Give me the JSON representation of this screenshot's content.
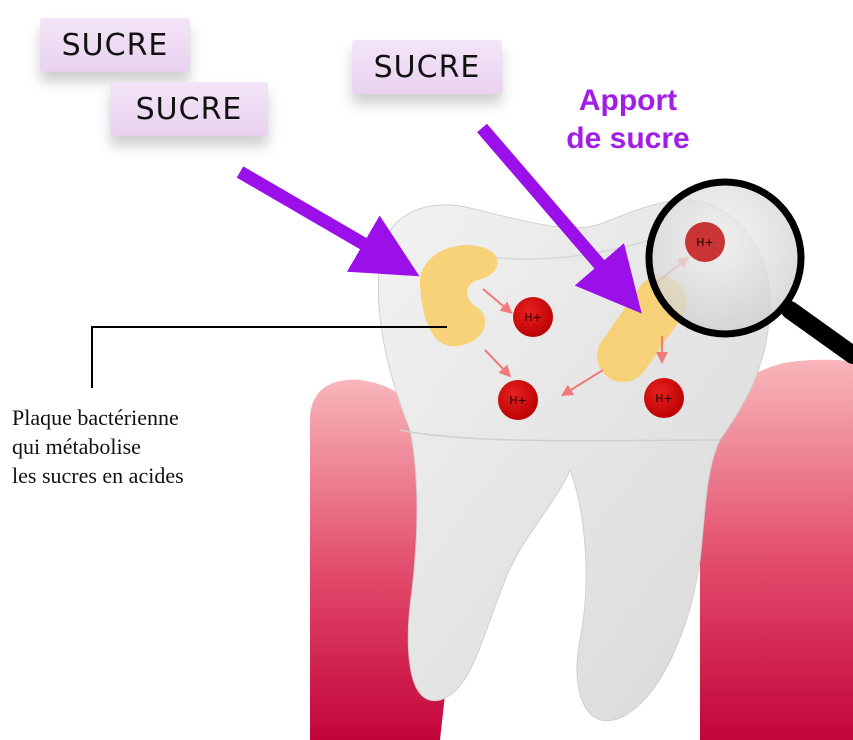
{
  "sugar_labels": [
    "SUCRE",
    "SUCRE",
    "SUCRE"
  ],
  "apport": {
    "line1": "Apport",
    "line2": "de sucre"
  },
  "plaque_caption": [
    "Plaque bactérienne",
    "qui métabolise",
    "les sucres en acides"
  ],
  "ion_label": "H+",
  "colors": {
    "arrow_purple": "#9b0fe8",
    "apport_text": "#a11ee6",
    "gum_top": "#f8a7ad",
    "gum_bottom": "#c2043a",
    "tooth": "#e4e4e4",
    "plaque": "#f7cf6f",
    "ion": "#d40000",
    "reaction_arrow": "#f07a7a",
    "sugar_label_bg": "#eddaf3"
  }
}
